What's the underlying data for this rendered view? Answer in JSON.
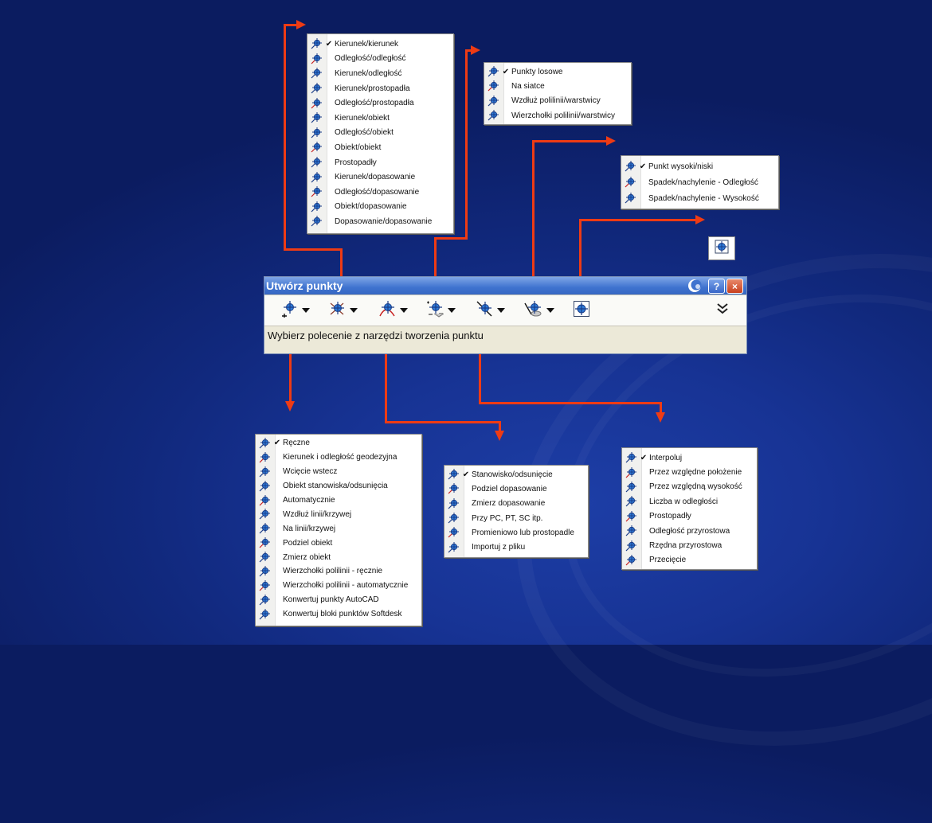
{
  "window": {
    "title": "Utwórz punkty",
    "prompt": "Wybierz polecenie z narzędzi tworzenia punktu",
    "title_buttons": [
      "?",
      "×"
    ]
  },
  "toolbar_tools": [
    {
      "name": "miscellaneous-point-tool",
      "icon": "point-plus-icon"
    },
    {
      "name": "intersection-point-tool",
      "icon": "point-intersection-icon"
    },
    {
      "name": "alignment-point-tool",
      "icon": "point-alignment-icon"
    },
    {
      "name": "surface-point-tool",
      "icon": "point-surface-icon"
    },
    {
      "name": "interpolate-point-tool",
      "icon": "point-interpolate-icon"
    },
    {
      "name": "slope-point-tool",
      "icon": "point-slope-icon"
    },
    {
      "name": "settings-tool",
      "icon": "point-settings-icon"
    }
  ],
  "menus": {
    "intersection": {
      "checked_index": 0,
      "items": [
        "Kierunek/kierunek",
        "Odległość/odległość",
        "Kierunek/odległość",
        "Kierunek/prostopadła",
        "Odległość/prostopadła",
        "Kierunek/obiekt",
        "Odległość/obiekt",
        "Obiekt/obiekt",
        "Prostopadły",
        "Kierunek/dopasowanie",
        "Odległość/dopasowanie",
        "Obiekt/dopasowanie",
        "Dopasowanie/dopasowanie"
      ]
    },
    "surface": {
      "checked_index": 0,
      "items": [
        "Punkty losowe",
        "Na siatce",
        "Wzdłuż polilinii/warstwicy",
        "Wierzchołki polilinii/warstwicy"
      ]
    },
    "slope": {
      "checked_index": 0,
      "items": [
        "Punkt wysoki/niski",
        "Spadek/nachylenie - Odległość",
        "Spadek/nachylenie - Wysokość"
      ]
    },
    "miscellaneous": {
      "checked_index": 0,
      "items": [
        "Ręczne",
        "Kierunek i odległość geodezyjna",
        "Wcięcie wstecz",
        "Obiekt stanowiska/odsunięcia",
        "Automatycznie",
        "Wzdłuż linii/krzywej",
        "Na linii/krzywej",
        "Podziel obiekt",
        "Zmierz obiekt",
        "Wierzchołki polilinii - ręcznie",
        "Wierzchołki polilinii - automatycznie",
        "Konwertuj punkty AutoCAD",
        "Konwertuj bloki punktów Softdesk"
      ]
    },
    "alignment": {
      "checked_index": 0,
      "items": [
        "Stanowisko/odsunięcie",
        "Podziel dopasowanie",
        "Zmierz dopasowanie",
        "Przy PC, PT, SC itp.",
        "Promieniowo lub prostopadle",
        "Importuj z pliku"
      ]
    },
    "interpolate": {
      "checked_index": 0,
      "items": [
        "Interpoluj",
        "Przez względne położenie",
        "Przez względną wysokość",
        "Liczba w odległości",
        "Prostopadły",
        "Odległość przyrostowa",
        "Rzędna przyrostowa",
        "Przecięcie"
      ]
    }
  },
  "colors": {
    "accent_arrow": "#ee3b14",
    "title_bar": "#3f73cf",
    "background": "#11297e"
  }
}
